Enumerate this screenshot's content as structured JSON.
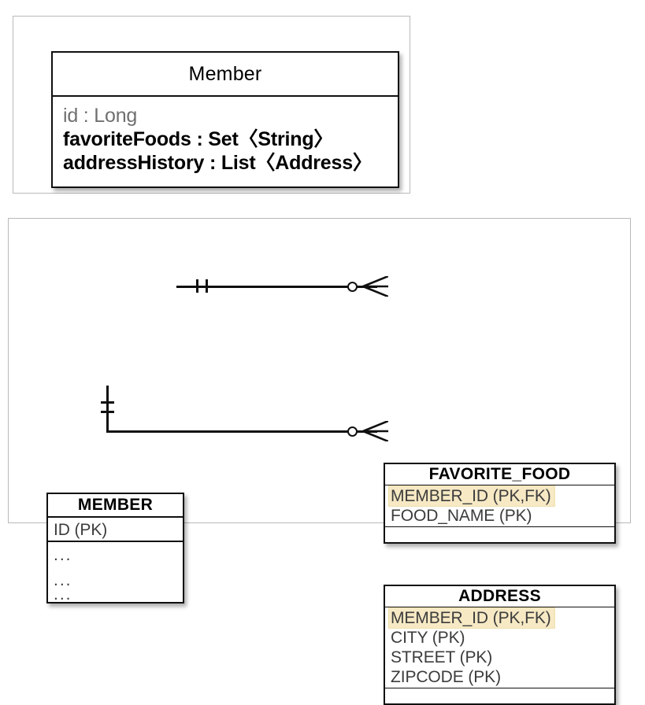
{
  "diagram": {
    "title": "JPA value-type collection mapping diagram",
    "colors": {
      "line": "#101010",
      "panel_border": "#b9b9b9",
      "highlight": "#f6e9c4",
      "field_text": "#3c3c3c",
      "muted_text": "#6f6f6f"
    }
  },
  "class_model": {
    "entity": {
      "name": "Member",
      "attributes": [
        {
          "text": "id : Long",
          "style": "muted"
        },
        {
          "text": "favoriteFoods : Set〈String〉",
          "style": "strong"
        },
        {
          "text": "addressHistory : List〈Address〉",
          "style": "strong"
        }
      ]
    }
  },
  "er_model": {
    "tables": [
      {
        "name": "MEMBER",
        "fields": [
          {
            "text": "ID (PK)",
            "highlighted": false
          }
        ],
        "placeholder_rows": [
          "...",
          "...",
          "..."
        ]
      },
      {
        "name": "FAVORITE_FOOD",
        "fields": [
          {
            "text": "MEMBER_ID (PK,FK)",
            "highlighted": true
          },
          {
            "text": "FOOD_NAME (PK)",
            "highlighted": false
          }
        ]
      },
      {
        "name": "ADDRESS",
        "fields": [
          {
            "text": "MEMBER_ID (PK,FK)",
            "highlighted": true
          },
          {
            "text": "CITY (PK)",
            "highlighted": false
          },
          {
            "text": "STREET (PK)",
            "highlighted": false
          },
          {
            "text": "ZIPCODE (PK)",
            "highlighted": false
          }
        ]
      }
    ],
    "relationships": [
      {
        "from": "MEMBER",
        "to": "FAVORITE_FOOD",
        "from_cardinality": "one-and-only-one",
        "to_cardinality": "zero-or-many"
      },
      {
        "from": "MEMBER",
        "to": "ADDRESS",
        "from_cardinality": "one-and-only-one",
        "to_cardinality": "zero-or-many"
      }
    ]
  }
}
